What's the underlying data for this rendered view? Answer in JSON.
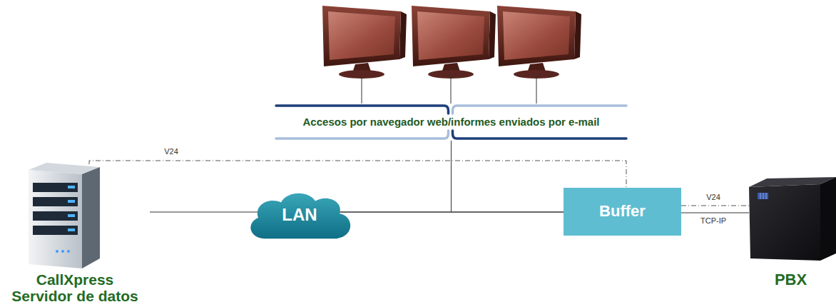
{
  "diagram": {
    "nodes": [
      {
        "text": [
          "CallXpress",
          "Servidor de datos"
        ]
      },
      {
        "text": [
          "LAN"
        ]
      },
      {
        "text": [
          "Accesos por navegador web/informes enviados por e-mail"
        ]
      },
      {
        "text": [
          "Buffer"
        ]
      },
      {
        "text": [
          "PBX"
        ]
      }
    ],
    "edges": [
      {
        "from": 0,
        "to": 1,
        "arrow": "none"
      },
      {
        "from": 1,
        "to": 3,
        "arrow": "none"
      },
      {
        "from": 2,
        "to": 1,
        "arrow": "none"
      },
      {
        "from": 2,
        "to": 3,
        "arrow": "none"
      },
      {
        "from": 0,
        "to": 3,
        "label": "V24",
        "arrow": "none"
      },
      {
        "from": 3,
        "to": 4,
        "label": "V24",
        "arrow": "none"
      },
      {
        "from": 3,
        "to": 4,
        "label": "TCP-IP",
        "arrow": "none"
      }
    ]
  }
}
